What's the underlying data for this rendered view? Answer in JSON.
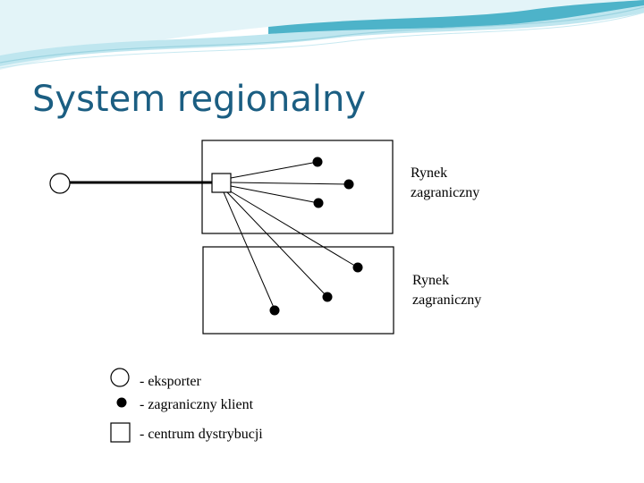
{
  "title": "System regionalny",
  "markets": [
    {
      "label_line1": "Rynek",
      "label_line2": "zagraniczny"
    },
    {
      "label_line1": "Rynek",
      "label_line2": "zagraniczny"
    }
  ],
  "legend": {
    "exporter": "- eksporter",
    "client": "- zagraniczny klient",
    "center": "- centrum dystrybucji"
  },
  "colors": {
    "title": "#1b5e82",
    "header_wave_light": "#bfe6ef",
    "header_wave_dark": "#4db3c9"
  }
}
